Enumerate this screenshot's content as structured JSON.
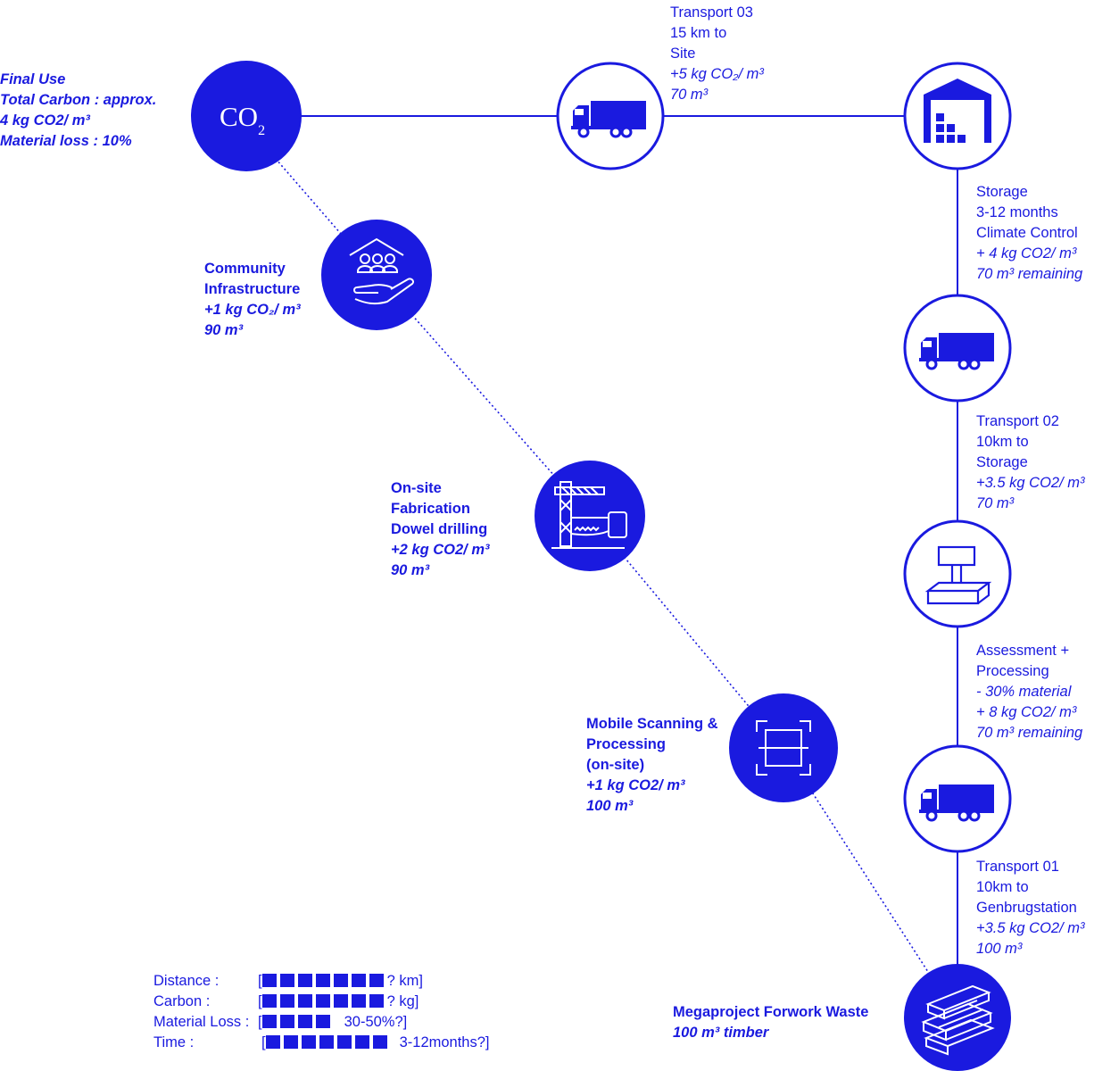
{
  "colors": {
    "accent": "#1a1adf",
    "background": "#ffffff"
  },
  "nodes": {
    "co2": {
      "icon": "co2-icon",
      "text": "CO",
      "subscript": "2"
    },
    "transport03": {
      "icon": "truck-icon"
    },
    "storage": {
      "icon": "warehouse-icon"
    },
    "transport02": {
      "icon": "truck-icon"
    },
    "assessment": {
      "icon": "scale-icon"
    },
    "transport01": {
      "icon": "truck-icon"
    },
    "megaproject": {
      "icon": "timber-stack-icon"
    },
    "scanning": {
      "icon": "scan-frame-icon"
    },
    "fabrication": {
      "icon": "crane-saw-icon"
    },
    "community": {
      "icon": "community-hand-icon"
    }
  },
  "labels": {
    "final_use": {
      "line1": "Final Use",
      "line2": "Total Carbon : approx.",
      "line3": "4 kg CO2/ m³",
      "line4": "Material loss : 10%"
    },
    "transport03": {
      "line1": "Transport 03",
      "line2": "15 km to",
      "line3": "Site",
      "line4": "+5 kg CO₂/ m³",
      "line5": "70 m³"
    },
    "storage": {
      "line1": "Storage",
      "line2": "3-12 months",
      "line3": "Climate Control",
      "line4": "+ 4 kg CO2/ m³",
      "line5": "70 m³  remaining"
    },
    "transport02": {
      "line1": "Transport 02",
      "line2": "10km to",
      "line3": "Storage",
      "line4": "+3.5 kg CO2/ m³",
      "line5": "70 m³"
    },
    "assessment": {
      "line1": "Assessment +",
      "line2": "Processing",
      "line3": "- 30% material",
      "line4": "+ 8 kg CO2/ m³",
      "line5": "70 m³  remaining"
    },
    "transport01": {
      "line1": "Transport 01",
      "line2": "10km to",
      "line3": "Genbrugstation",
      "line4": "+3.5 kg CO2/ m³",
      "line5": "100 m³"
    },
    "megaproject": {
      "line1": "Megaproject Forwork Waste",
      "line2": "100 m³ timber"
    },
    "scanning": {
      "line1": "Mobile Scanning &",
      "line2": "Processing",
      "line3": "(on-site)",
      "line4": "+1 kg CO2/ m³",
      "line5": "100 m³"
    },
    "fabrication": {
      "line1": "On-site",
      "line2": "Fabrication",
      "line3": "Dowel drilling",
      "line4": "+2 kg CO2/ m³",
      "line5": "90 m³"
    },
    "community": {
      "line1": "Community",
      "line2": "Infrastructure",
      "line3": "+1 kg CO₂/ m³",
      "line4": "90 m³"
    }
  },
  "legend": [
    {
      "key": "Distance :",
      "blocks": 7,
      "value": "? km]",
      "bracket_open": "["
    },
    {
      "key": "Carbon :",
      "blocks": 7,
      "value": "? kg]",
      "bracket_open": "["
    },
    {
      "key": "Material Loss :",
      "blocks": 4,
      "value": "30-50%?]",
      "bracket_open": "["
    },
    {
      "key": "Time :",
      "blocks": 7,
      "value": "3-12months?]",
      "bracket_open": "["
    }
  ]
}
